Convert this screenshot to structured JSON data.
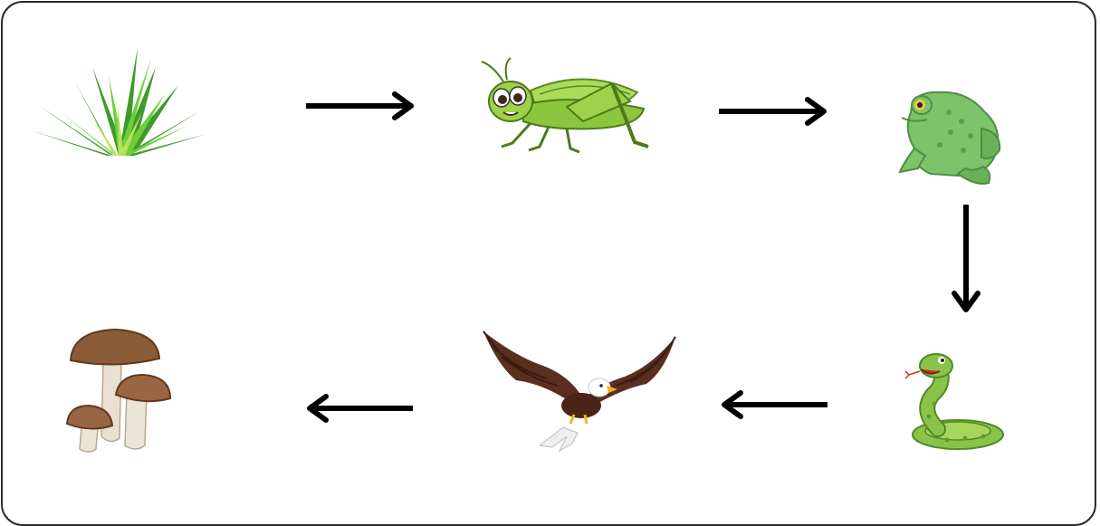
{
  "diagram": {
    "type": "food-chain",
    "nodes": [
      {
        "id": "grass",
        "icon": "grass-icon"
      },
      {
        "id": "grasshopper",
        "icon": "grasshopper-icon"
      },
      {
        "id": "frog",
        "icon": "frog-icon"
      },
      {
        "id": "snake",
        "icon": "snake-icon"
      },
      {
        "id": "eagle",
        "icon": "eagle-icon"
      },
      {
        "id": "mushrooms",
        "icon": "mushroom-icon"
      }
    ],
    "edges": [
      {
        "from": "grass",
        "to": "grasshopper"
      },
      {
        "from": "grasshopper",
        "to": "frog"
      },
      {
        "from": "frog",
        "to": "snake"
      },
      {
        "from": "snake",
        "to": "eagle"
      },
      {
        "from": "eagle",
        "to": "mushrooms"
      }
    ],
    "colors": {
      "border": "#2b2b2b",
      "arrow": "#000000",
      "grass": "#3f9a2c",
      "grasshopper": "#8cc63f",
      "frog": "#7cc36a",
      "snake": "#8bc34a",
      "eagle": "#5a2f1f",
      "mushroom": "#8b5a36"
    }
  }
}
